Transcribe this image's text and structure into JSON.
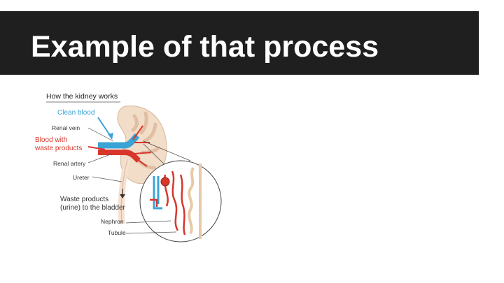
{
  "slide": {
    "title": "Example of that process"
  },
  "diagram": {
    "heading": "How the kidney works",
    "labels": {
      "clean_blood": "Clean blood",
      "renal_vein": "Renal vein",
      "blood_with_waste_line1": "Blood with",
      "blood_with_waste_line2": "waste products",
      "renal_artery": "Renal artery",
      "ureter": "Ureter",
      "waste_products_line1": "Waste products",
      "waste_products_line2": "(urine) to the bladder",
      "nephron": "Nephron",
      "tubule": "Tubule"
    },
    "colors": {
      "clean_blood": "#3ba3d6",
      "blood_with_waste": "#d9362b",
      "kidney": "#f2ddc8",
      "ureter": "#f6e0cf"
    }
  }
}
